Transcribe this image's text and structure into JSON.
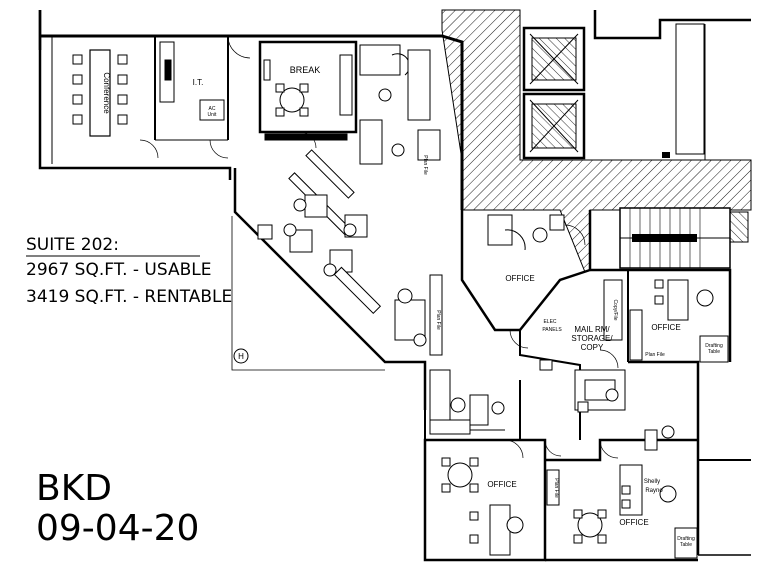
{
  "suite": {
    "title": "SUITE 202:",
    "usable": "2967 SQ.FT. - USABLE",
    "rentable": "3419 SQ.FT. - RENTABLE"
  },
  "stamp": {
    "initials": "BKD",
    "date": "09-04-20"
  },
  "rooms": {
    "conference": "Conference",
    "it": "I.T.",
    "ac_unit_line1": "AC",
    "ac_unit_line2": "Unit",
    "break": "BREAK",
    "office_center": "OFFICE",
    "office_right": "OFFICE",
    "mail_line1": "MAIL RM/",
    "mail_line2": "STORAGE/",
    "mail_line3": "COPY",
    "elec_line1": "ELEC",
    "elec_line2": "PANELS",
    "office_bottom_left": "OFFICE",
    "office_bottom_right": "OFFICE",
    "copy_file": "Copy/File",
    "plan_file_1": "Plan File",
    "plan_file_2": "Plan File",
    "plan_file_3": "Plan File",
    "plan_file_4": "Plan File",
    "drafting_1_line1": "Drafting",
    "drafting_1_line2": "Table",
    "drafting_2_line1": "Drafting",
    "drafting_2_line2": "Table",
    "shelly_line1": "Shelly",
    "shelly_line2": "Rayno",
    "handicap": "H"
  }
}
